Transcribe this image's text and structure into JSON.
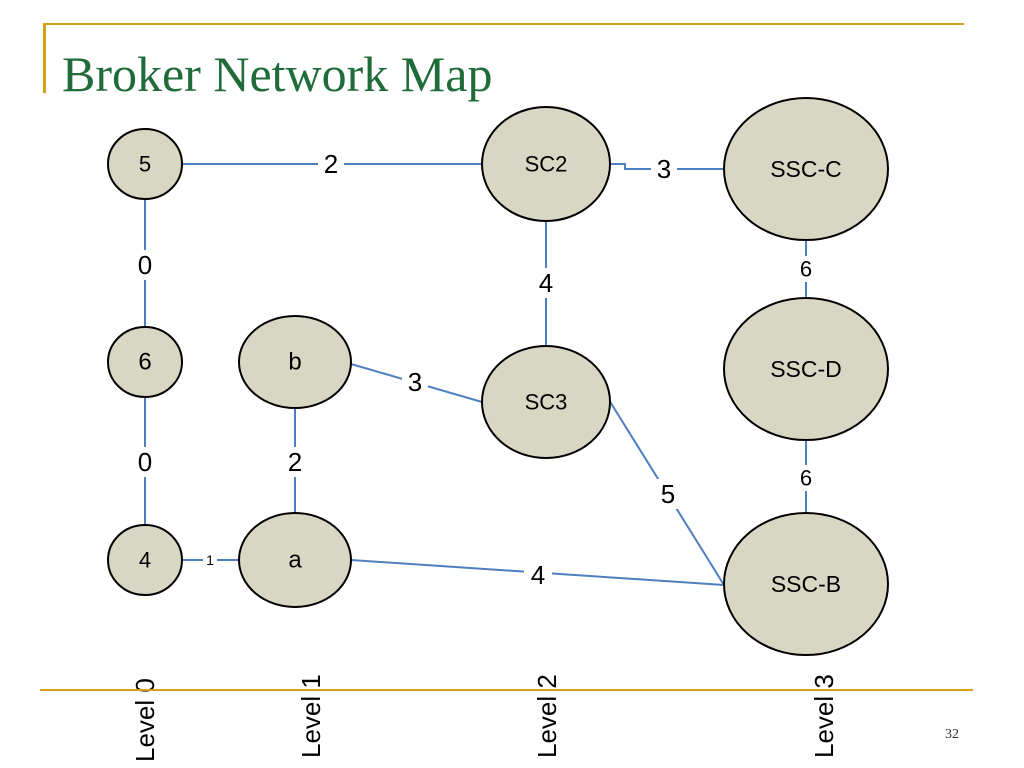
{
  "slide": {
    "title": "Broker Network Map",
    "page_number": "32"
  },
  "nodes": {
    "n5": "5",
    "n6": "6",
    "n4": "4",
    "b": "b",
    "a": "a",
    "sc2": "SC2",
    "sc3": "SC3",
    "sscc": "SSC-C",
    "sscd": "SSC-D",
    "sscb": "SSC-B"
  },
  "edges": {
    "n5_sc2": "2",
    "n5_n6": "0",
    "n6_n4": "0",
    "n4_a": "1",
    "a_b": "2",
    "b_sc3": "3",
    "sc2_sc3": "4",
    "sc2_sscc": "3",
    "sscc_sscd": "6",
    "sscd_sscb": "6",
    "sc3_sscb": "5",
    "a_sscb": "4"
  },
  "levels": [
    "Level 0",
    "Level 1",
    "Level 2",
    "Level 3"
  ],
  "colors": {
    "title": "#1f6b3a",
    "accent": "#d4a017",
    "edge": "#4f7fc0",
    "node_fill": "#d8d7c4"
  }
}
